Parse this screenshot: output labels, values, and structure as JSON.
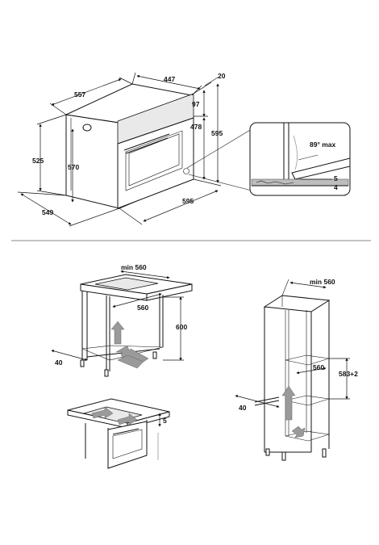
{
  "top_dimensions": {
    "d447": "447",
    "d20": "20",
    "d557": "557",
    "d97": "97",
    "d478": "478",
    "d595_height": "595",
    "d525": "525",
    "d570": "570",
    "d549": "549",
    "d595_width": "595",
    "angle": "89° max",
    "d5": "5",
    "d4": "4"
  },
  "under_counter": {
    "min560": "min 560",
    "d560": "560",
    "d600": "600",
    "d40": "40"
  },
  "column": {
    "min560": "min 560",
    "d560": "560",
    "d583": "583+2",
    "d40": "40"
  },
  "worktop_detail": {
    "d5": "5"
  }
}
